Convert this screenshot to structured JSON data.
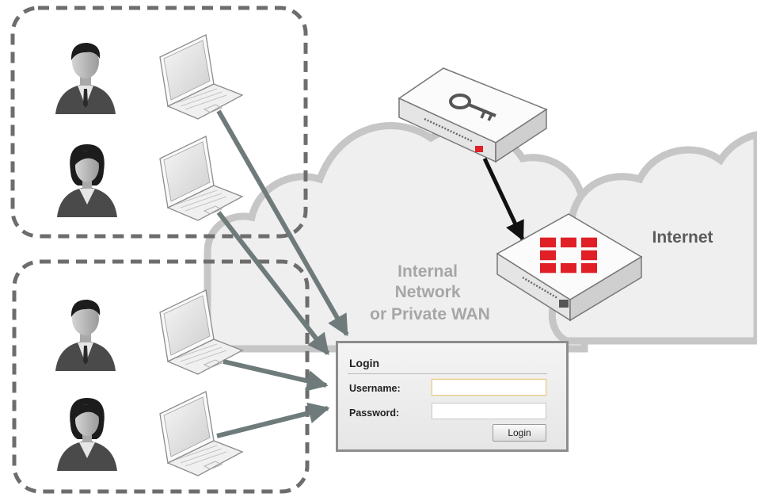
{
  "labels": {
    "internal_network": [
      "Internal",
      "Network",
      "or Private WAN"
    ],
    "internet": "Internet"
  },
  "login_dialog": {
    "title": "Login",
    "username_label": "Username:",
    "password_label": "Password:",
    "username_value": "",
    "password_value": "",
    "button_label": "Login"
  },
  "colors": {
    "arrow": "#6f7b7b",
    "cloud_fill": "#efefef",
    "cloud_stroke": "#c6c6c6",
    "group_border": "#6d6d6d",
    "brand_red": "#e01f26",
    "label_gray": "#a6a6a6",
    "label_dark": "#5b5b5b"
  },
  "icons": [
    "businessman-icon",
    "businesswoman-icon",
    "laptop-icon",
    "authentication-server-icon",
    "key-icon",
    "firewall-appliance-icon",
    "fortinet-logo-icon"
  ]
}
